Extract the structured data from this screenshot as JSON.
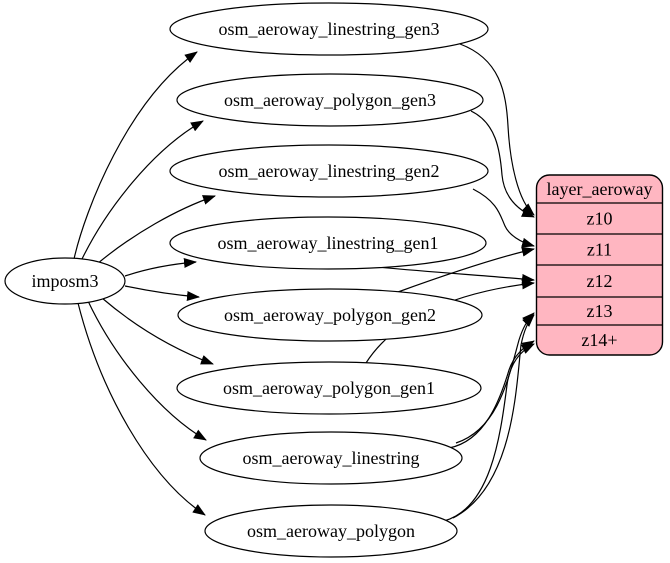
{
  "diagram": {
    "background_color": "#ffffff",
    "root": {
      "id": "imposm3",
      "label": "imposm3"
    },
    "tables": [
      {
        "id": "osm_aeroway_linestring_gen3",
        "label": "osm_aeroway_linestring_gen3"
      },
      {
        "id": "osm_aeroway_polygon_gen3",
        "label": "osm_aeroway_polygon_gen3"
      },
      {
        "id": "osm_aeroway_linestring_gen2",
        "label": "osm_aeroway_linestring_gen2"
      },
      {
        "id": "osm_aeroway_linestring_gen1",
        "label": "osm_aeroway_linestring_gen1"
      },
      {
        "id": "osm_aeroway_polygon_gen2",
        "label": "osm_aeroway_polygon_gen2"
      },
      {
        "id": "osm_aeroway_polygon_gen1",
        "label": "osm_aeroway_polygon_gen1"
      },
      {
        "id": "osm_aeroway_linestring",
        "label": "osm_aeroway_linestring"
      },
      {
        "id": "osm_aeroway_polygon",
        "label": "osm_aeroway_polygon"
      }
    ],
    "layer": {
      "title": "layer_aeroway",
      "zoom_rows": [
        "z10",
        "z11",
        "z12",
        "z13",
        "z14+"
      ],
      "fill_color": "#ffb6c1",
      "border_color": "#000000",
      "text_color": "#000000"
    },
    "edges": [
      {
        "from": "imposm3",
        "to": "osm_aeroway_linestring_gen3"
      },
      {
        "from": "imposm3",
        "to": "osm_aeroway_polygon_gen3"
      },
      {
        "from": "imposm3",
        "to": "osm_aeroway_linestring_gen2"
      },
      {
        "from": "imposm3",
        "to": "osm_aeroway_linestring_gen1"
      },
      {
        "from": "imposm3",
        "to": "osm_aeroway_polygon_gen2"
      },
      {
        "from": "imposm3",
        "to": "osm_aeroway_polygon_gen1"
      },
      {
        "from": "imposm3",
        "to": "osm_aeroway_linestring"
      },
      {
        "from": "imposm3",
        "to": "osm_aeroway_polygon"
      },
      {
        "from": "osm_aeroway_linestring_gen3",
        "to": "layer_aeroway:z10"
      },
      {
        "from": "osm_aeroway_polygon_gen3",
        "to": "layer_aeroway:z10"
      },
      {
        "from": "osm_aeroway_linestring_gen2",
        "to": "layer_aeroway:z11"
      },
      {
        "from": "osm_aeroway_polygon_gen2",
        "to": "layer_aeroway:z11"
      },
      {
        "from": "osm_aeroway_linestring_gen1",
        "to": "layer_aeroway:z12"
      },
      {
        "from": "osm_aeroway_polygon_gen1",
        "to": "layer_aeroway:z12"
      },
      {
        "from": "osm_aeroway_linestring",
        "to": "layer_aeroway:z13"
      },
      {
        "from": "osm_aeroway_polygon",
        "to": "layer_aeroway:z13"
      },
      {
        "from": "osm_aeroway_linestring",
        "to": "layer_aeroway:z14+"
      },
      {
        "from": "osm_aeroway_polygon",
        "to": "layer_aeroway:z14+"
      }
    ]
  }
}
